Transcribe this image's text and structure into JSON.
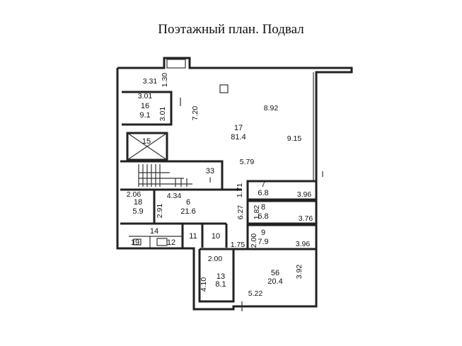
{
  "title": "Поэтажный план. Подвал",
  "rooms": [
    {
      "id": "16",
      "area": "9.1"
    },
    {
      "id": "17",
      "area": "81.4"
    },
    {
      "id": "15",
      "area": ""
    },
    {
      "id": "33",
      "area": "I"
    },
    {
      "id": "7",
      "area": "6.8"
    },
    {
      "id": "18",
      "area": "5.9"
    },
    {
      "id": "6",
      "area": "21.6"
    },
    {
      "id": "8",
      "area": "6.8"
    },
    {
      "id": "14",
      "area": ""
    },
    {
      "id": "9",
      "area": "7.9"
    },
    {
      "id": "19",
      "area": ""
    },
    {
      "id": "12",
      "area": ""
    },
    {
      "id": "11",
      "area": ""
    },
    {
      "id": "10",
      "area": ""
    },
    {
      "id": "13",
      "area": "8.1"
    },
    {
      "id": "56",
      "area": "20.4"
    }
  ],
  "dimensions": [
    "3.31",
    "1.30",
    "3.01",
    "3.01",
    "7.20",
    "8.92",
    "9.15",
    "5.79",
    "1.71",
    "3.96",
    "2.06",
    "4.34",
    "2.91",
    "6.27",
    "1.82",
    "3.76",
    "2.00",
    "3.96",
    "1.75",
    "2.00",
    "3.92",
    "4.10",
    "5.22"
  ]
}
